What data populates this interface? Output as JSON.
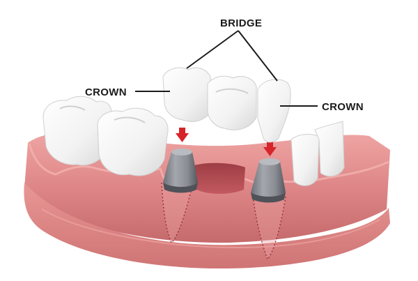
{
  "labels": {
    "bridge": "BRIDGE",
    "crown_left": "CROWN",
    "crown_right": "CROWN"
  },
  "colors": {
    "gum": "#e0898a",
    "gum_dark": "#c96767",
    "gum_shadow": "#b24f55",
    "tooth": "#f8f8f8",
    "tooth_shade": "#dcdcdc",
    "abutment": "#8a8d93",
    "abutment_dark": "#5c5f66",
    "arrow": "#d6242a",
    "line": "#1a1a1a"
  }
}
